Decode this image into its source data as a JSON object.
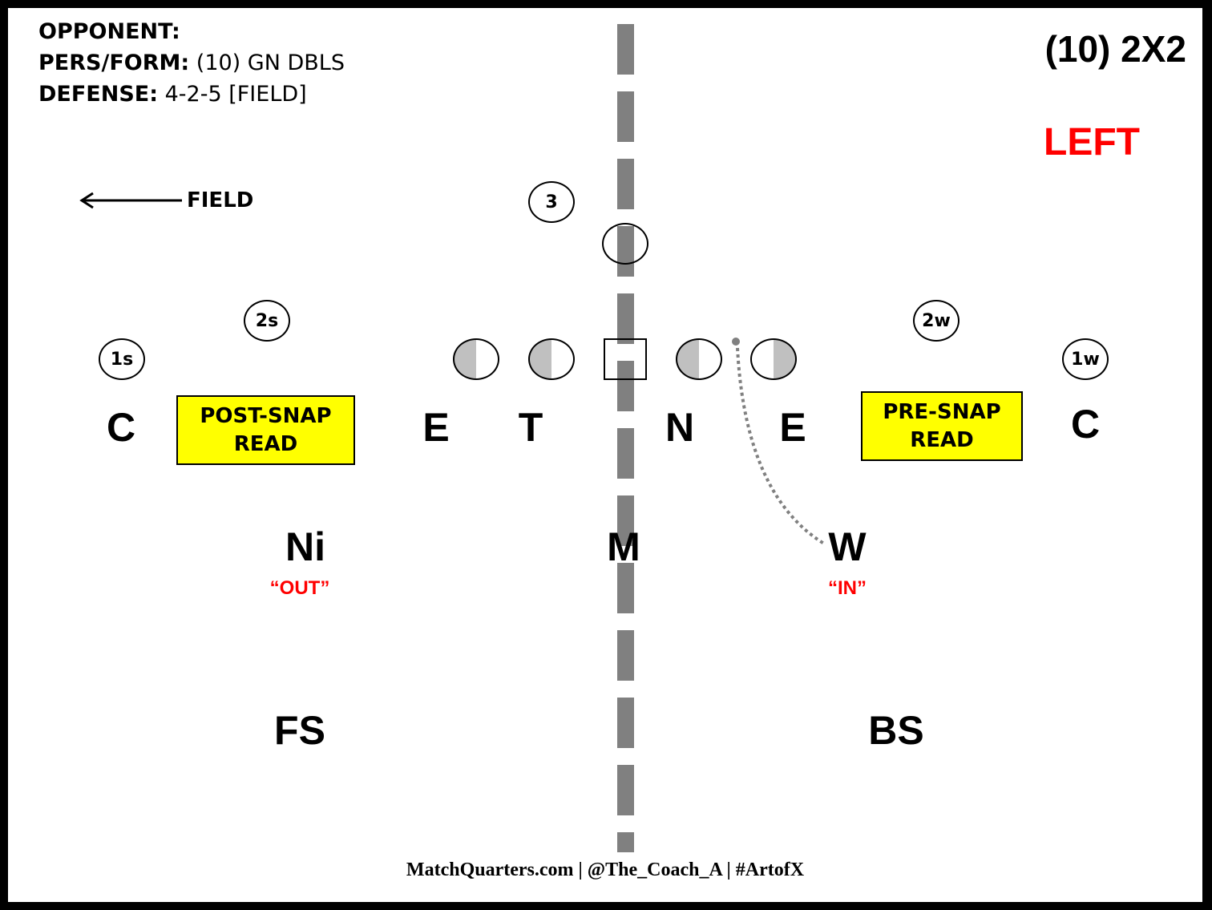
{
  "header": {
    "opponent_label": "OPPONENT:",
    "opponent_value": "",
    "pers_form_label": "PERS/FORM:",
    "pers_form_value": "(10) GN DBLS",
    "defense_label": "DEFENSE:",
    "defense_value": "4-2-5 [FIELD]"
  },
  "title": "(10) 2X2",
  "side_call": "LEFT",
  "field_indicator": {
    "label": "FIELD",
    "arrow": "left-arrow"
  },
  "offense": {
    "receivers": [
      {
        "id": "1s",
        "label": "1s"
      },
      {
        "id": "2s",
        "label": "2s"
      },
      {
        "id": "3",
        "label": "3"
      },
      {
        "id": "2w",
        "label": "2w"
      },
      {
        "id": "1w",
        "label": "1w"
      }
    ],
    "quarterback": {
      "label": ""
    },
    "line": [
      "LT",
      "LG",
      "C",
      "RG",
      "RT"
    ]
  },
  "defense": {
    "players": [
      {
        "id": "c-left",
        "label": "C"
      },
      {
        "id": "e-left",
        "label": "E"
      },
      {
        "id": "t",
        "label": "T"
      },
      {
        "id": "n",
        "label": "N"
      },
      {
        "id": "e-right",
        "label": "E"
      },
      {
        "id": "c-right",
        "label": "C"
      },
      {
        "id": "ni",
        "label": "Ni"
      },
      {
        "id": "m",
        "label": "M"
      },
      {
        "id": "w",
        "label": "W"
      },
      {
        "id": "fs",
        "label": "FS"
      },
      {
        "id": "bs",
        "label": "BS"
      }
    ],
    "calls": {
      "ni": "“OUT”",
      "w": "“IN”"
    }
  },
  "read_boxes": {
    "post_snap": {
      "line1": "POST-SNAP",
      "line2": "READ"
    },
    "pre_snap": {
      "line1": "PRE-SNAP",
      "line2": "READ"
    }
  },
  "colors": {
    "frame": "#000000",
    "midline": "#808080",
    "read_box": "#ffff00",
    "call_text": "#ff0000",
    "lineman_fill": "#c0c0c0",
    "route": "#808080"
  },
  "footer": "MatchQuarters.com | @The_Coach_A | #ArtofX"
}
